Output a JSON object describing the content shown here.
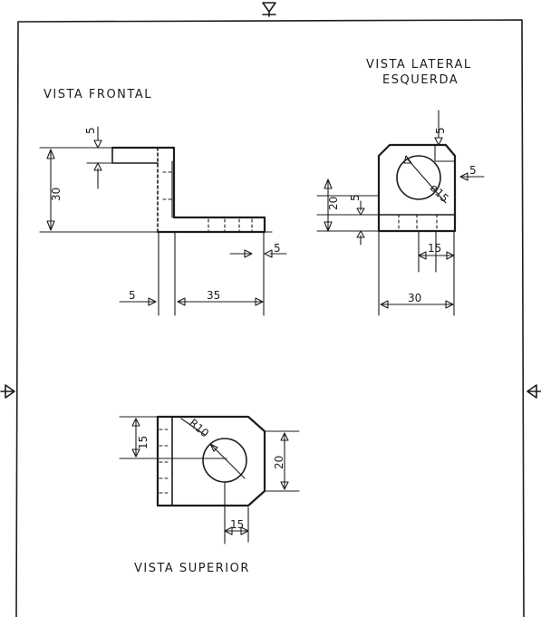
{
  "views": {
    "front": {
      "title": "VISTA FRONTAL",
      "dims": {
        "top_thickness": "5",
        "height": "30",
        "length": "35",
        "base_thickness": "5",
        "left_offset": "5"
      }
    },
    "left": {
      "title_line1": "VISTA LATERAL",
      "title_line2": "ESQUERDA",
      "dims": {
        "top": "5",
        "right": "5",
        "height": "20",
        "small": "5",
        "hole_dia": "ø15",
        "center": "15",
        "width": "30"
      }
    },
    "top": {
      "title": "VISTA SUPERIOR",
      "dims": {
        "left": "15",
        "radius": "R10",
        "width": "20",
        "center": "15"
      }
    }
  },
  "markers": {
    "symbol": "triangle-flag",
    "positions": [
      "top",
      "left",
      "right"
    ]
  }
}
